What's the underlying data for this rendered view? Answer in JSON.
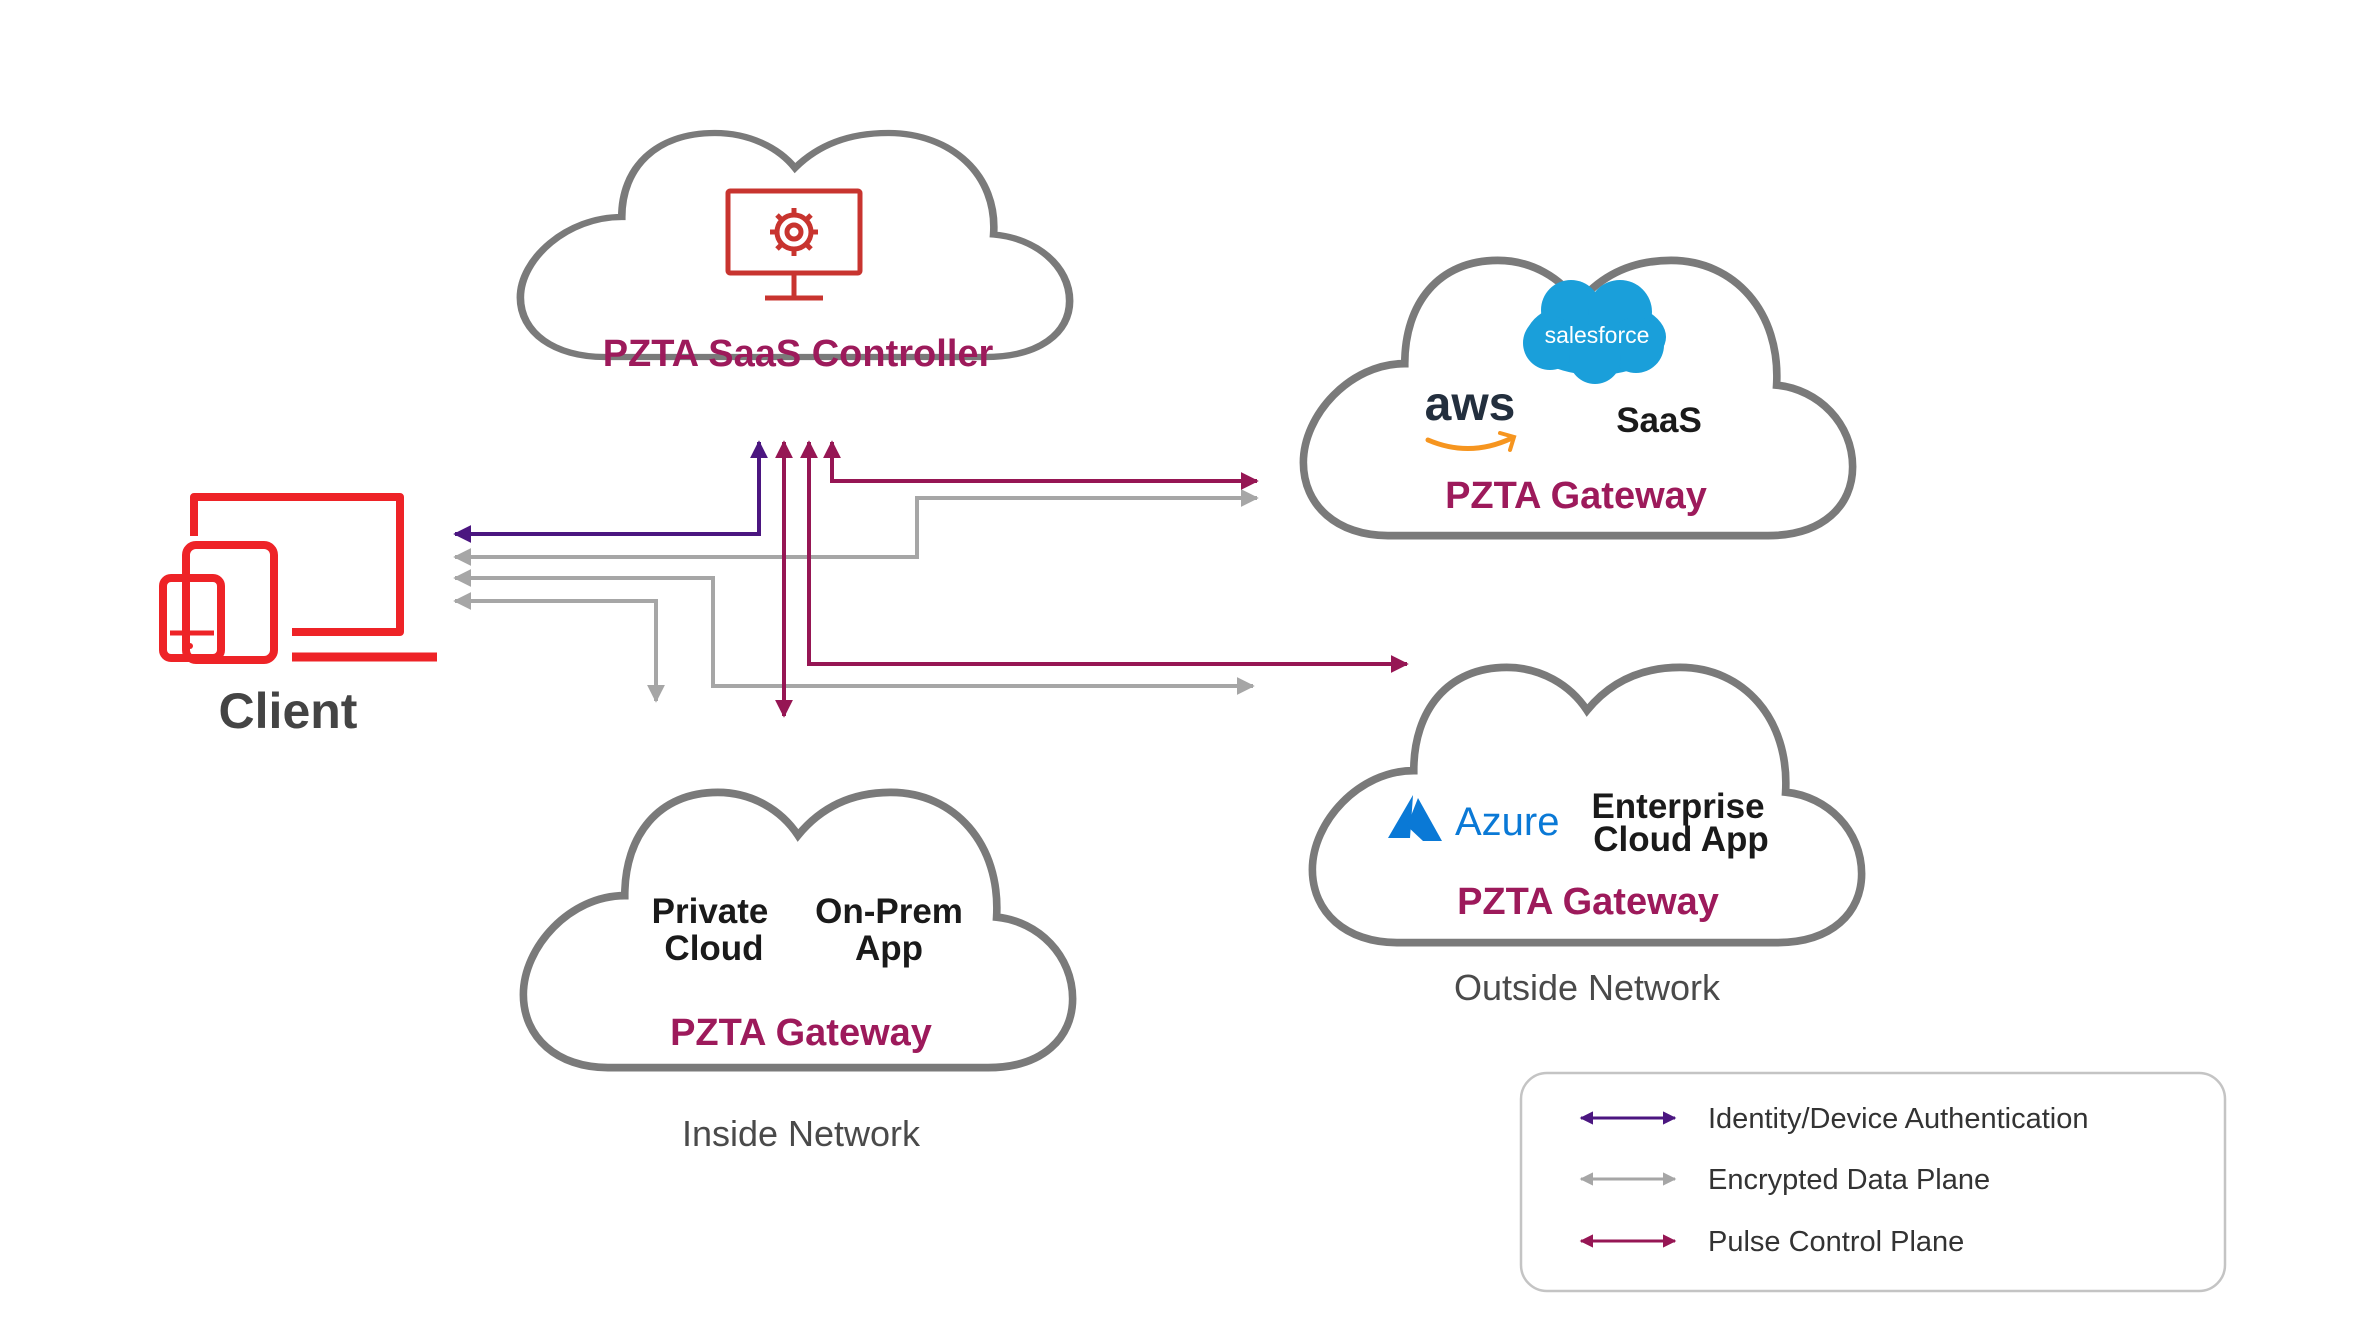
{
  "colors": {
    "accent_magenta": "#9d1a5b",
    "identity_purple": "#4b1680",
    "data_gray": "#a6a6a6",
    "control_magenta": "#961654",
    "client_red": "#ee2327",
    "controller_red": "#c8342f",
    "cloud_outline": "#7a7a7a",
    "salesforce_blue": "#1a9fda",
    "azure_blue": "#0a79d6",
    "aws_orange": "#f6951f"
  },
  "client": {
    "label": "Client",
    "icon": "devices-icon"
  },
  "controller": {
    "label": "PZTA SaaS Controller",
    "icon": "monitor-gear-icon"
  },
  "saas_cloud": {
    "gateway_label": "PZTA Gateway",
    "salesforce_logo_text": "salesforce",
    "aws_logo_text": "aws",
    "saas_label": "SaaS"
  },
  "outside_cloud": {
    "gateway_label": "PZTA Gateway",
    "azure_logo_text": "Azure",
    "app_label_line1": "Enterprise",
    "app_label_line2": "Cloud App",
    "network_label": "Outside Network"
  },
  "inside_cloud": {
    "gateway_label": "PZTA Gateway",
    "private_line1": "Private",
    "private_line2": "Cloud",
    "onprem_line1": "On-Prem",
    "onprem_line2": "App",
    "network_label": "Inside Network"
  },
  "legend": {
    "items": [
      {
        "label": "Identity/Device Authentication",
        "color": "#4b1680"
      },
      {
        "label": "Encrypted Data Plane",
        "color": "#a6a6a6"
      },
      {
        "label": "Pulse Control Plane",
        "color": "#961654"
      }
    ]
  }
}
